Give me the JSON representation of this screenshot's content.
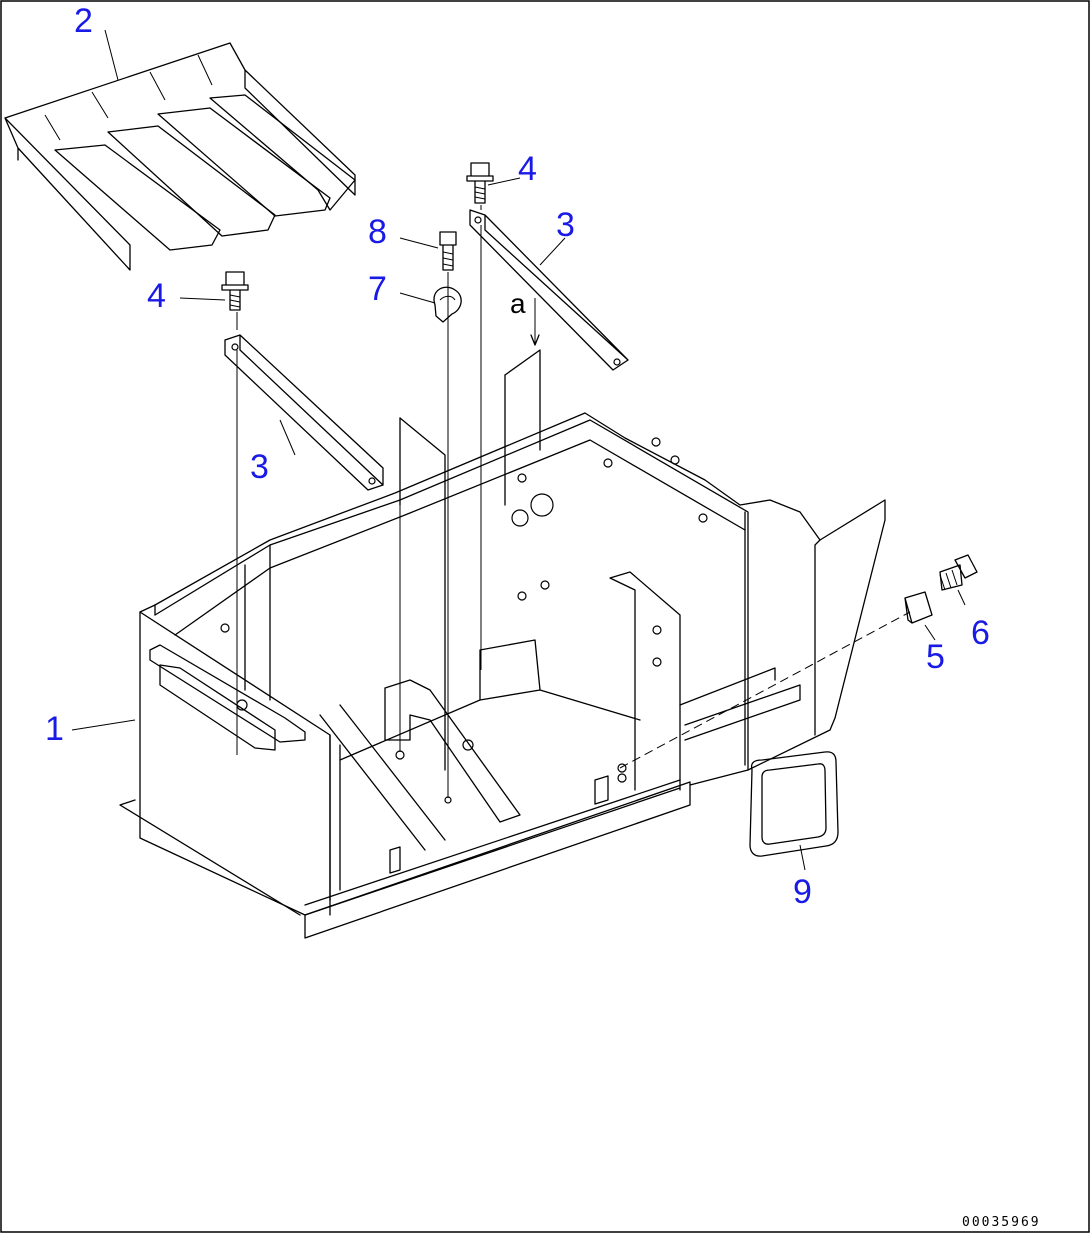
{
  "callouts": [
    {
      "id": "1",
      "label": "1"
    },
    {
      "id": "2",
      "label": "2"
    },
    {
      "id": "3a",
      "label": "3"
    },
    {
      "id": "3b",
      "label": "3"
    },
    {
      "id": "4a",
      "label": "4"
    },
    {
      "id": "4b",
      "label": "4"
    },
    {
      "id": "5",
      "label": "5"
    },
    {
      "id": "6",
      "label": "6"
    },
    {
      "id": "7",
      "label": "7"
    },
    {
      "id": "8",
      "label": "8"
    },
    {
      "id": "9",
      "label": "9"
    }
  ],
  "view_mark": "a",
  "drawing_number": "00035969",
  "colors": {
    "callout": "#1a1ae6",
    "line": "#000000",
    "background": "#ffffff"
  }
}
